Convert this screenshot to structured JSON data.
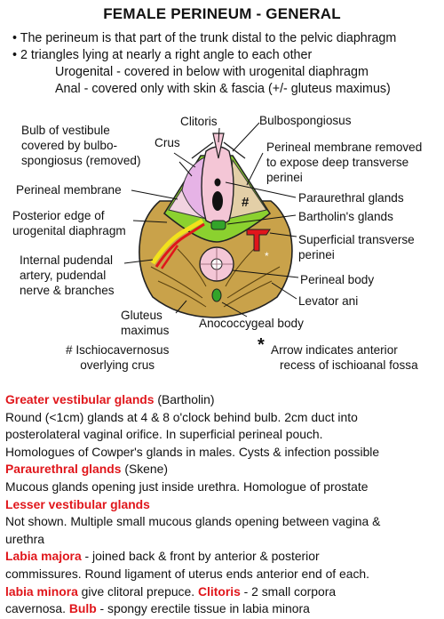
{
  "title": "FEMALE PERINEUM - GENERAL",
  "bullets": {
    "b1": "• The perineum is that part of the trunk distal to the pelvic diaphragm",
    "b2": "• 2 triangles lying at nearly a right angle to each other",
    "urogenital": "Urogenital - covered in below with urogenital diaphragm",
    "anal": "Anal - covered only with skin & fascia (+/- gluteus maximus)"
  },
  "labels": {
    "bulb_1": "Bulb of vestibule",
    "bulb_2": "covered by bulbo-",
    "bulb_3": "spongiosus (removed)",
    "clitoris": "Clitoris",
    "crus": "Crus",
    "bulbospongiosus": "Bulbospongiosus",
    "pm_removed_1": "Perineal membrane removed",
    "pm_removed_2": "to expose deep transverse",
    "pm_removed_3": "perinei",
    "perineal_membrane": "Perineal membrane",
    "hash": "#",
    "paraurethral": "Paraurethral glands",
    "bartholins": "Bartholin's glands",
    "posterior_1": "Posterior edge of",
    "posterior_2": "urogenital diaphragm",
    "superficial_1": "Superficial transverse",
    "superficial_2": "perinei",
    "internal_1": "Internal pudendal",
    "internal_2": "artery, pudendal",
    "internal_3": "nerve & branches",
    "perineal_body": "Perineal body",
    "levator_ani": "Levator ani",
    "gluteus_1": "Gluteus",
    "gluteus_2": "maximus",
    "anococcygeal": "Anococcygeal body",
    "ischio_1": "# Ischiocavernosus",
    "ischio_2": "overlying crus",
    "star": "*",
    "arrow_1": "Arrow indicates anterior",
    "arrow_2": "recess of ischioanal fossa"
  },
  "description": {
    "greater_h": "Greater vestibular glands",
    "greater_t": " (Bartholin)",
    "greater_p1": "Round (<1cm) glands at 4 & 8 o'clock behind bulb. 2cm duct into",
    "greater_p2": "posterolateral vaginal orifice. In superficial perineal pouch.",
    "greater_p3": "Homologues of Cowper's glands in males. Cysts & infection possible",
    "para_h": "Paraurethral glands",
    "para_t": " (Skene)",
    "para_p": "Mucous glands opening just inside urethra. Homologue of prostate",
    "lesser_h": "Lesser vestibular glands",
    "lesser_p1": "Not shown. Multiple small mucous glands opening between vagina &",
    "lesser_p2": "urethra",
    "majora_h": "Labia majora",
    "majora_t": " - joined back & front by anterior & posterior",
    "majora_p": "commissures. Round ligament of uterus ends anterior end of each.",
    "minora_h": "labia minora",
    "minora_t": " give clitoral prepuce. ",
    "clitoris_h": "Clitoris",
    "clitoris_t": " - 2 small corpora",
    "cavernosa_t": "cavernosa. ",
    "bulb_h": "Bulb",
    "bulb_t": " - spongy erectile tissue in labia minora"
  },
  "colors": {
    "highlight_red": "#e0161b",
    "membrane_green": "#8bd12f",
    "muscle_tan": "#c9a24a",
    "labia_pink": "#f4c6d6",
    "bulb_purple": "#e6b3e6",
    "vessel_yellow": "#f2e21c"
  },
  "icons": [
    "diagram-perineum"
  ]
}
